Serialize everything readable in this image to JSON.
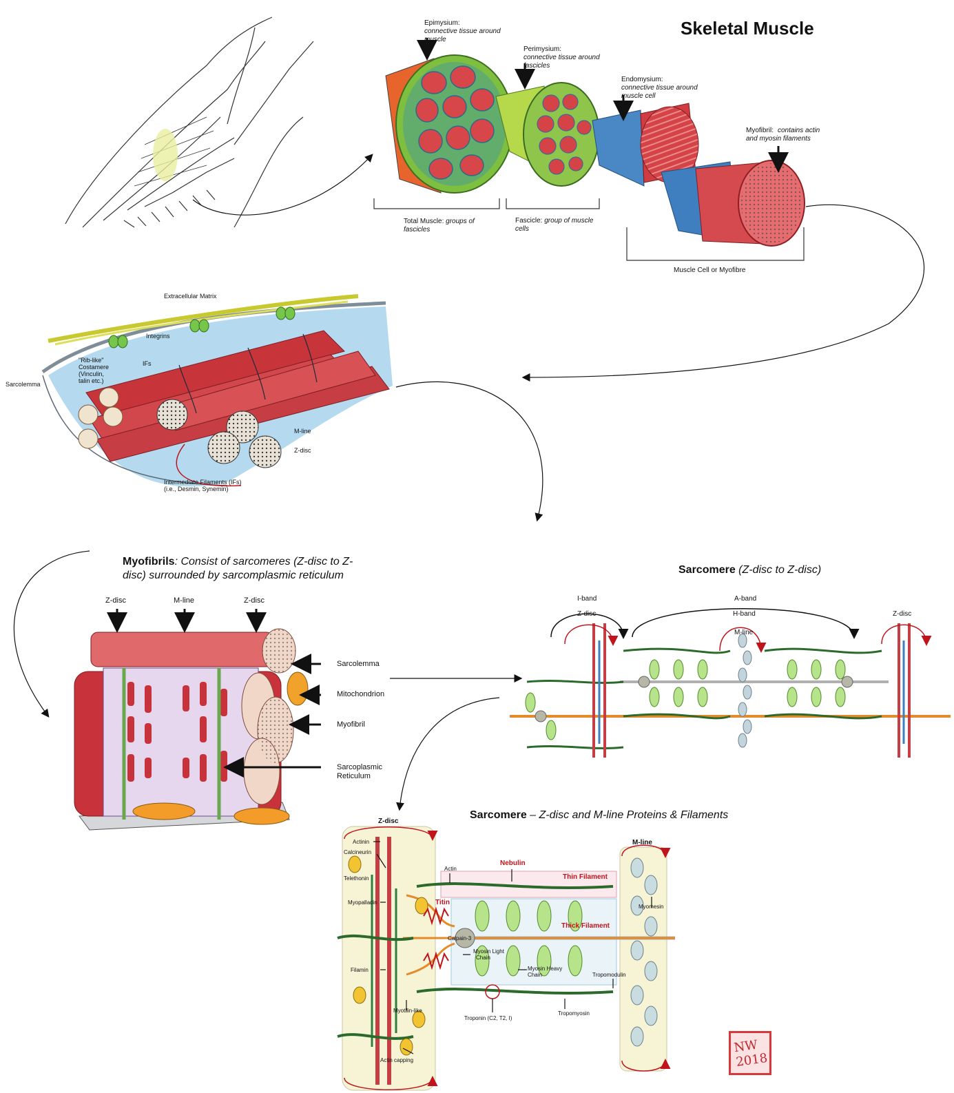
{
  "title": "Skeletal Muscle",
  "top_panel": {
    "epimysium": {
      "term": "Epimysium:",
      "desc": "connective tissue around muscle"
    },
    "perimysium": {
      "term": "Perimysium:",
      "desc": "connective tissue around fascicles"
    },
    "endomysium": {
      "term": "Endomysium:",
      "desc": "connective tissue around muscle cell"
    },
    "myofibril": {
      "term": "Myofibril:",
      "desc": "contains actin and myosin filaments"
    },
    "total_muscle": {
      "term": "Total Muscle:",
      "desc": "groups of fascicles"
    },
    "fascicle": {
      "term": "Fascicle:",
      "desc": "group of muscle cells"
    },
    "muscle_cell": "Muscle Cell or Myofibre"
  },
  "costamere_panel": {
    "extracellular_matrix": "Extracellular Matrix",
    "integrins": "Integrins",
    "ifs": "IFs",
    "costamere": [
      "\"Rib-like\"",
      "Costamere",
      "(Vinculin,",
      "talin etc.)"
    ],
    "sarcolemma": "Sarcolemma",
    "m_line": "M-line",
    "z_disc": "Z-disc",
    "intermediate_filaments": [
      "Intermediate Filaments (IFs)",
      "(i.e., Desmin, Synemin)"
    ]
  },
  "myofibrils_panel": {
    "heading_bold": "Myofibrils",
    "heading_rest": ": Consist of sarcomeres (Z-disc to Z-",
    "heading_line2": "disc) surrounded by sarcomplasmic reticulum",
    "z_disc_left": "Z-disc",
    "m_line": "M-line",
    "z_disc_right": "Z-disc",
    "sarcolemma": "Sarcolemma",
    "mitochondrion": "Mitochondrion",
    "myofibril": "Myofibril",
    "sarcoplasmic_reticulum": [
      "Sarcoplasmic",
      "Reticulum"
    ]
  },
  "sarcomere_panel": {
    "heading_bold": "Sarcomere",
    "heading_rest": "(Z-disc to Z-disc)",
    "i_band": "I-band",
    "a_band": "A-band",
    "z_disc_left": "Z-disc",
    "h_band": "H-band",
    "m_line": "M-line",
    "z_disc_right": "Z-disc"
  },
  "detail_panel": {
    "heading_bold": "Sarcomere",
    "heading_rest": " – Z-disc and M-line Proteins & Filaments",
    "z_disc": "Z-disc",
    "m_line": "M-line",
    "actinin": "Actinin",
    "calcineurin": "Calcineurin",
    "telethonin": "Telethonin",
    "myopalladin": "Myopalladin",
    "filamin": "Filamin",
    "myotilin_like": "Myotilin-like",
    "actin_capping": "Actin capping",
    "actin": "Actin",
    "nebulin": "Nebulin",
    "thin_filament": "Thin Filament",
    "titin": "Titin",
    "thick_filament": "Thick Filament",
    "calpain": "Calpain-3",
    "myosin_light": [
      "Myosin Light",
      "Chain"
    ],
    "myosin_heavy": [
      "Myosin Heavy",
      "Chain"
    ],
    "myomesin": "Myomesin",
    "tropomodulin": "Tropomodulin",
    "troponin": "Troponin (C2, T2, I)",
    "tropomyosin": "Tropomyosin"
  },
  "colors": {
    "muscle_red": "#d23b3f",
    "connective_green": "#8cc63f",
    "endomysium_blue": "#3f7fc0",
    "zdisc_panel": "#f7f4d6",
    "annotation_red": "#c0141c",
    "sarcolemma_blue": "#8ec5e6"
  }
}
